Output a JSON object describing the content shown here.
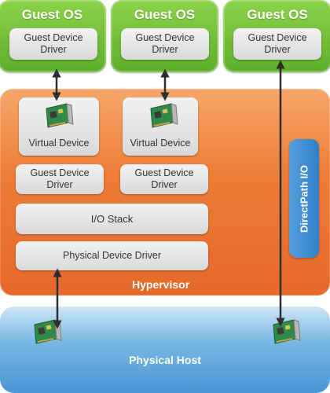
{
  "guest_os": [
    {
      "title": "Guest OS",
      "driver": "Guest Device\nDriver"
    },
    {
      "title": "Guest OS",
      "driver": "Guest Device\nDriver"
    },
    {
      "title": "Guest OS",
      "driver": "Guest Device\nDriver"
    }
  ],
  "hypervisor": {
    "label": "Hypervisor",
    "virtual_devices": [
      {
        "label": "Virtual Device",
        "icon": "network-card-icon"
      },
      {
        "label": "Virtual Device",
        "icon": "network-card-icon"
      }
    ],
    "guest_drivers": [
      "Guest Device\nDriver",
      "Guest Device\nDriver"
    ],
    "io_stack": "I/O Stack",
    "physical_driver": "Physical Device Driver",
    "directpath": "DirectPath I/O"
  },
  "physical_host": {
    "label": "Physical Host",
    "cards": [
      "network-card-icon",
      "network-card-icon"
    ]
  },
  "colors": {
    "guest_os": "#6cbf34",
    "hypervisor": "#ee7d37",
    "physical_host": "#4a96d6",
    "directpath": "#3a8bd2",
    "arrow": "#2e2e2e"
  }
}
